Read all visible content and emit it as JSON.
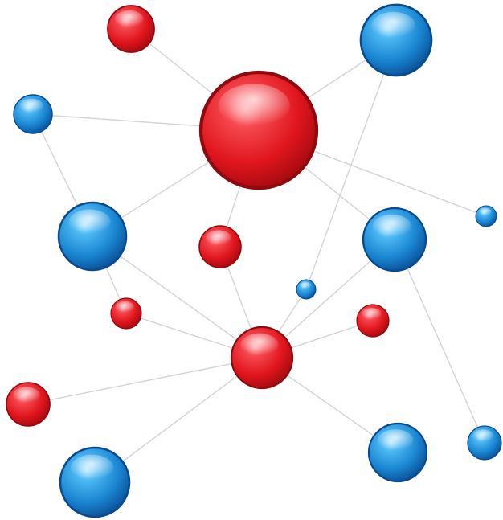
{
  "colors": {
    "background": "#ffffff",
    "edge": "#d4d4d4",
    "red": "#e8222a",
    "blue": "#1f93dd"
  },
  "nodes": [
    {
      "id": "red-hub-large",
      "color": "red",
      "size": "xlarge"
    },
    {
      "id": "red-hub-center",
      "color": "red",
      "size": "large"
    },
    {
      "id": "red-top-left",
      "color": "red",
      "size": "medium"
    },
    {
      "id": "red-middle",
      "color": "red",
      "size": "medium"
    },
    {
      "id": "red-left-small",
      "color": "red",
      "size": "small"
    },
    {
      "id": "red-right-small",
      "color": "red",
      "size": "small"
    },
    {
      "id": "red-left-edge",
      "color": "red",
      "size": "medium"
    },
    {
      "id": "blue-top-right",
      "color": "blue",
      "size": "large"
    },
    {
      "id": "blue-left-small",
      "color": "blue",
      "size": "medium"
    },
    {
      "id": "blue-left-large",
      "color": "blue",
      "size": "large"
    },
    {
      "id": "blue-right-large",
      "color": "blue",
      "size": "large"
    },
    {
      "id": "blue-far-right-tiny",
      "color": "blue",
      "size": "tiny"
    },
    {
      "id": "blue-center-tiny",
      "color": "blue",
      "size": "tiny"
    },
    {
      "id": "blue-bottom-left",
      "color": "blue",
      "size": "large"
    },
    {
      "id": "blue-bottom-right",
      "color": "blue",
      "size": "large"
    },
    {
      "id": "blue-bottom-far-right",
      "color": "blue",
      "size": "medium"
    }
  ],
  "edges": [
    [
      "red-top-left",
      "red-hub-large"
    ],
    [
      "blue-top-right",
      "red-hub-large"
    ],
    [
      "blue-left-small",
      "red-hub-large"
    ],
    [
      "blue-left-small",
      "blue-left-large"
    ],
    [
      "blue-left-large",
      "red-hub-large"
    ],
    [
      "red-middle",
      "red-hub-large"
    ],
    [
      "red-hub-large",
      "blue-right-large"
    ],
    [
      "red-hub-large",
      "blue-far-right-tiny"
    ],
    [
      "blue-top-right",
      "blue-center-tiny"
    ],
    [
      "blue-center-tiny",
      "red-hub-center"
    ],
    [
      "blue-left-large",
      "red-left-small"
    ],
    [
      "blue-left-large",
      "red-hub-center"
    ],
    [
      "red-middle",
      "red-hub-center"
    ],
    [
      "red-left-small",
      "red-hub-center"
    ],
    [
      "blue-right-large",
      "red-hub-center"
    ],
    [
      "blue-right-large",
      "blue-bottom-far-right"
    ],
    [
      "red-right-small",
      "red-hub-center"
    ],
    [
      "red-left-edge",
      "red-hub-center"
    ],
    [
      "blue-bottom-left",
      "red-hub-center"
    ],
    [
      "red-hub-center",
      "blue-bottom-right"
    ]
  ]
}
